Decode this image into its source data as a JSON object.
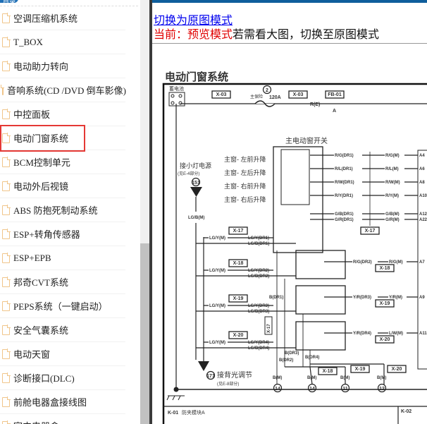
{
  "sidebar": {
    "tab_label": "目录",
    "selected_index": 5,
    "items": [
      {
        "label": "空调压缩机系统"
      },
      {
        "label": "T_BOX"
      },
      {
        "label": "电动助力转向"
      },
      {
        "label": "音响系统(CD /DVD 倒车影像)"
      },
      {
        "label": "中控面板"
      },
      {
        "label": "电动门窗系统"
      },
      {
        "label": "BCM控制单元"
      },
      {
        "label": "电动外后视镜"
      },
      {
        "label": "ABS 防抱死制动系统"
      },
      {
        "label": "ESP+转角传感器"
      },
      {
        "label": "ESP+EPB"
      },
      {
        "label": "邦奇CVT系统"
      },
      {
        "label": "PEPS系统（一键启动）"
      },
      {
        "label": "安全气囊系统"
      },
      {
        "label": "电动天窗"
      },
      {
        "label": "诊断接口(DLC)"
      },
      {
        "label": "前舱电器盒接线图"
      },
      {
        "label": "室内电器盒"
      }
    ],
    "highlight_color": "#e53935"
  },
  "main": {
    "switch_link": "切换为原图模式",
    "mode_current": "当前：预览模式",
    "mode_hint": "若需看大图，切换至原图模式"
  },
  "diagram": {
    "title": "电动门窗系统",
    "battery": "蓄电池",
    "fuse_label": "主保险",
    "fuse_rating": "120A",
    "fuse_number": "2",
    "top_connectors": [
      "X-03",
      "X-03",
      "FB-01"
    ],
    "top_wire": "R(E)",
    "top_pin": "A",
    "switch_title": "主电动窗开关",
    "switch_labels": [
      "主窗- 左前升降",
      "主窗- 左后升降",
      "主窗- 右前升降",
      "主窗- 右后升降"
    ],
    "main_wires": [
      {
        "left": "R/G(DR1)",
        "right": "R/G(M)",
        "pin": "A4"
      },
      {
        "left": "R/L(DR1)",
        "right": "R/L(M)",
        "pin": "A6"
      },
      {
        "left": "R/W(DR1)",
        "right": "R/W(M)",
        "pin": "A8"
      },
      {
        "left": "R/Y(DR1)",
        "right": "R/Y(M)",
        "pin": "A10"
      },
      {
        "left": "G/B(DR1)",
        "right": "G/B(M)",
        "pin": "A12"
      },
      {
        "left": "G/R(DR1)",
        "right": "G/R(M)",
        "pin": "A22"
      }
    ],
    "main_wire_connector": "X-17",
    "lamp_source": "接小灯电源",
    "lamp_ref": "(见E-4部分)",
    "lamp_node": "151",
    "lamp_wire": "LG/B(M)",
    "door_rows": [
      {
        "conn": "X-17",
        "m": "LG/Y(M)",
        "a": "LG/Y(DR1)",
        "b": "LG/B(DR1)"
      },
      {
        "conn": "X-18",
        "m": "LG/Y(M)",
        "a": "LG/Y(DR2)",
        "b": "LG/B(DR2)"
      },
      {
        "conn": "X-19",
        "m": "LG/Y(M)",
        "a": "LG/Y(DR3)",
        "b": "LG/B(DR3)"
      },
      {
        "conn": "X-20",
        "m": "LG/Y(M)",
        "a": "LG/Y(DR4)",
        "b": "LG/B(DR4)"
      }
    ],
    "sub_rows": [
      {
        "left": "R/G(DR2)",
        "right": "R/G(M)",
        "pin": "A7",
        "conn": "X-18"
      },
      {
        "left": "Y/R(DR3)",
        "right": "Y/R(M)",
        "pin": "A9",
        "conn": "X-19"
      },
      {
        "left": "Y/R(DR4)",
        "right": "L/W(M)",
        "pin": "A11",
        "conn": "X-20"
      }
    ],
    "ground_wires": [
      "B(DR1)",
      "B(DR2)",
      "B(DR3)",
      "B(DR4)"
    ],
    "vertical_connector": "X-17",
    "bottom_connectors": [
      "X-18",
      "X-19",
      "X-20"
    ],
    "ground_points": [
      {
        "wire": "B(M)",
        "node": "14"
      },
      {
        "wire": "B(M)",
        "node": "14"
      },
      {
        "wire": "B(M)",
        "node": "11"
      },
      {
        "wire": "B(M)",
        "node": "12"
      }
    ],
    "backlight_node": "171",
    "backlight": "接背光调节",
    "backlight_ref": "(见E-8部分)",
    "footer_left_code": "K-01",
    "footer_left_name": "防夹模块A",
    "footer_right_code": "K-02"
  }
}
